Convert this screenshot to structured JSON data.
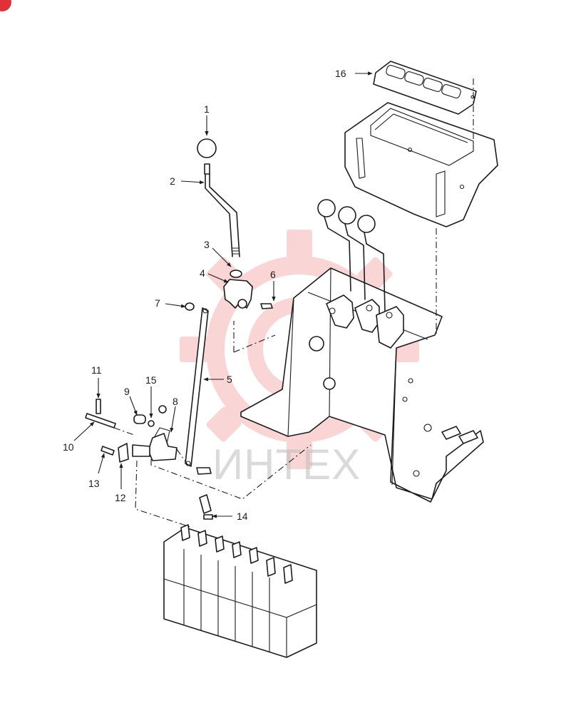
{
  "watermark": {
    "text": "ИНТЕХ",
    "color": "#f2a4a4"
  },
  "corner_badge": {
    "color": "#e0303a"
  },
  "labels": {
    "p1": "1",
    "p2": "2",
    "p3": "3",
    "p4": "4",
    "p5": "5",
    "p6": "6",
    "p7": "7",
    "p8": "8",
    "p9": "9",
    "p10": "10",
    "p11": "11",
    "p12": "12",
    "p13": "13",
    "p14": "14",
    "p15": "15",
    "p16": "16"
  }
}
